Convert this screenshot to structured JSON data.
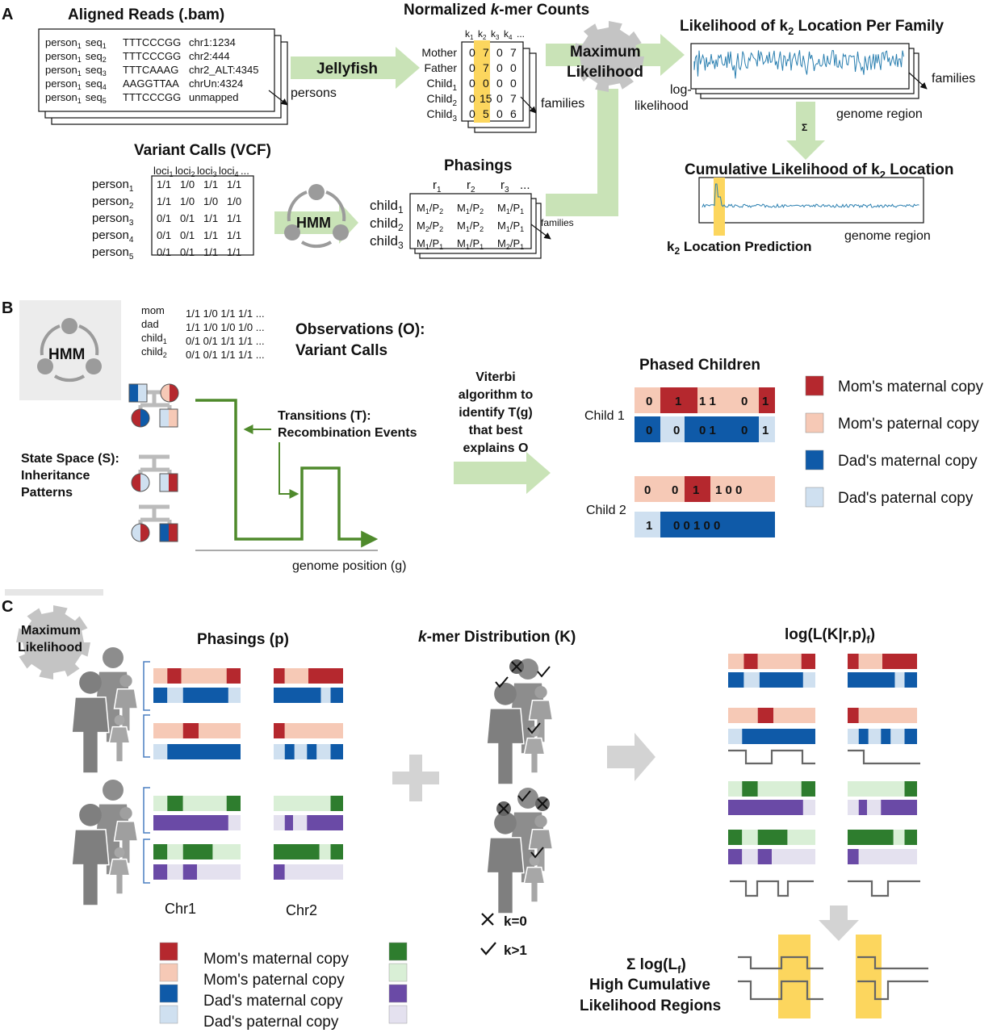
{
  "panel_labels": [
    "A",
    "B",
    "C"
  ],
  "A": {
    "bam": {
      "title": "Aligned Reads (.bam)",
      "rows": [
        {
          "person": "person",
          "p_sub": "1",
          "seq": "seq",
          "s_sub": "1",
          "read": "TTTCCCGG",
          "loc": "chr1:1234"
        },
        {
          "person": "person",
          "p_sub": "1",
          "seq": "seq",
          "s_sub": "2",
          "read": "TTTCCCGG",
          "loc": "chr2:444"
        },
        {
          "person": "person",
          "p_sub": "1",
          "seq": "seq",
          "s_sub": "3",
          "read": "TTTCAAAG",
          "loc": "chr2_ALT:4345"
        },
        {
          "person": "person",
          "p_sub": "1",
          "seq": "seq",
          "s_sub": "4",
          "read": "AAGGTTAA",
          "loc": "chrUn:4324"
        },
        {
          "person": "person",
          "p_sub": "1",
          "seq": "seq",
          "s_sub": "5",
          "read": "TTTCCCGG",
          "loc": "unmapped"
        }
      ],
      "stack_label": "persons"
    },
    "jellyfish_label": "Jellyfish",
    "kmer": {
      "title_pre": "Normalized ",
      "title_k": "k",
      "title_post": "-mer Counts",
      "cols": [
        "k1",
        "k2",
        "k3",
        "k4",
        "..."
      ],
      "rows": [
        {
          "label": "Mother",
          "sub": "",
          "vals": [
            "0",
            "7",
            "0",
            "7"
          ]
        },
        {
          "label": "Father",
          "sub": "",
          "vals": [
            "0",
            "7",
            "0",
            "0"
          ]
        },
        {
          "label": "Child",
          "sub": "1",
          "vals": [
            "0",
            "0",
            "0",
            "0"
          ]
        },
        {
          "label": "Child",
          "sub": "2",
          "vals": [
            "0",
            "15",
            "0",
            "7"
          ]
        },
        {
          "label": "Child",
          "sub": "3",
          "vals": [
            "0",
            "5",
            "0",
            "6"
          ]
        }
      ],
      "stack_label": "families"
    },
    "ml_label_1": "Maximum",
    "ml_label_2": "Likelihood",
    "likelihood": {
      "title": "Likelihood of k",
      "title_sub": "2",
      "title_post": " Location Per Family",
      "ylabel_1": "log-",
      "ylabel_2": "likelihood",
      "xlabel": "genome region",
      "stack_label": "families"
    },
    "sigma": "Σ",
    "cumulative": {
      "title": "Cumulative Likelihood of k",
      "title_sub": "2",
      "title_post": " Location",
      "xlabel": "genome region",
      "pred_label": "k",
      "pred_sub": "2",
      "pred_post": " Location Prediction"
    },
    "vcf": {
      "title": "Variant Calls (VCF)",
      "cols": [
        "loci1",
        "loci2",
        "loci3",
        "loci4",
        "..."
      ],
      "rows": [
        {
          "label": "person",
          "sub": "1",
          "vals": [
            "1/1",
            "1/0",
            "1/1",
            "1/1"
          ]
        },
        {
          "label": "person",
          "sub": "2",
          "vals": [
            "1/1",
            "1/0",
            "1/0",
            "1/0"
          ]
        },
        {
          "label": "person",
          "sub": "3",
          "vals": [
            "0/1",
            "0/1",
            "1/1",
            "1/1"
          ]
        },
        {
          "label": "person",
          "sub": "4",
          "vals": [
            "0/1",
            "0/1",
            "1/1",
            "1/1"
          ]
        },
        {
          "label": "person",
          "sub": "5",
          "vals": [
            "0/1",
            "0/1",
            "1/1",
            "1/1"
          ]
        }
      ]
    },
    "hmm_label": "HMM",
    "phasings": {
      "title": "Phasings",
      "cols": [
        "r1",
        "r2",
        "r3",
        "..."
      ],
      "rows": [
        {
          "label": "child",
          "sub": "1",
          "vals": [
            "M1/P2",
            "M1/P2",
            "M1/P1"
          ]
        },
        {
          "label": "child",
          "sub": "2",
          "vals": [
            "M2/P2",
            "M1/P2",
            "M1/P1"
          ]
        },
        {
          "label": "child",
          "sub": "3",
          "vals": [
            "M1/P1",
            "M1/P1",
            "M2/P1"
          ]
        }
      ],
      "stack_label": "families"
    }
  },
  "B": {
    "hmm_label": "HMM",
    "obs_rows": [
      {
        "label": "mom",
        "vals": "1/1  1/0  1/1  1/1 ..."
      },
      {
        "label": "dad",
        "vals": "1/1  1/0  1/0  1/0 ..."
      },
      {
        "label": "child1",
        "vals": "0/1  0/1  1/1  1/1 ..."
      },
      {
        "label": "child2",
        "vals": "0/1  0/1  1/1  1/1 ..."
      }
    ],
    "obs_title_1": "Observations (O):",
    "obs_title_2": "Variant Calls",
    "state_space": [
      "State Space (S):",
      "Inheritance",
      "Patterns"
    ],
    "transitions": [
      "Transitions (T):",
      "Recombination Events"
    ],
    "genome_position": "genome position (g)",
    "viterbi": [
      "Viterbi",
      "algorithm to",
      "identify T(g)",
      "that best",
      "explains O"
    ],
    "phased_title": "Phased Children",
    "child1_label": "Child 1",
    "child2_label": "Child 2",
    "child1_top": [
      "0",
      "1",
      "1 1",
      "0",
      "1"
    ],
    "child1_bot": [
      "0",
      "0",
      "0 1",
      "0",
      "1"
    ],
    "child2_top": [
      "0",
      "0",
      "1",
      "1 0 0"
    ],
    "child2_bot": [
      "1",
      "0 0 1 0 0"
    ],
    "legend": [
      {
        "label": "Mom's maternal copy",
        "color": "#b5282e"
      },
      {
        "label": "Mom's paternal copy",
        "color": "#f6c9b6"
      },
      {
        "label": "Dad's maternal copy",
        "color": "#0f5aa8"
      },
      {
        "label": "Dad's paternal copy",
        "color": "#cfe0f0"
      }
    ]
  },
  "C": {
    "ml_label_1": "Maximum",
    "ml_label_2": "Likelihood",
    "phasings_title": "Phasings (p)",
    "chr_labels": [
      "Chr1",
      "Chr2"
    ],
    "kmer_title_k": "k",
    "kmer_title_post": "-mer Distribution (K)",
    "k0": "k=0",
    "k1": "k>1",
    "loglik_title": "log(L(K|r,p)",
    "loglik_sub": "f",
    "loglik_post": ")",
    "sum_1": "Σ log(L",
    "sum_1_sub": "f",
    "sum_1_post": ")",
    "sum_2": "High Cumulative",
    "sum_3": "Likelihood Regions",
    "legend": [
      {
        "label": "Mom's maternal copy",
        "color": "#b5282e",
        "alt": "#2e7d2e"
      },
      {
        "label": "Mom's paternal copy",
        "color": "#f6c9b6",
        "alt": "#d9efd6"
      },
      {
        "label": "Dad's maternal copy",
        "color": "#0f5aa8",
        "alt": "#6a4aa6"
      },
      {
        "label": "Dad's paternal copy",
        "color": "#cfe0f0",
        "alt": "#e4e1ef"
      }
    ]
  },
  "colors": {
    "arrow_green": "#c9e3b7",
    "line_green": "#4f8a2c",
    "highlight": "#fcd65e",
    "trace_blue": "#2a7fb0",
    "gray_icon": "#9b9b9b",
    "mom_mat": "#b5282e",
    "mom_pat": "#f6c9b6",
    "dad_mat": "#0f5aa8",
    "dad_pat": "#cfe0f0",
    "green_dark": "#2e7d2e",
    "green_light": "#d9efd6",
    "purple_dark": "#6a4aa6",
    "purple_light": "#e4e1ef"
  }
}
